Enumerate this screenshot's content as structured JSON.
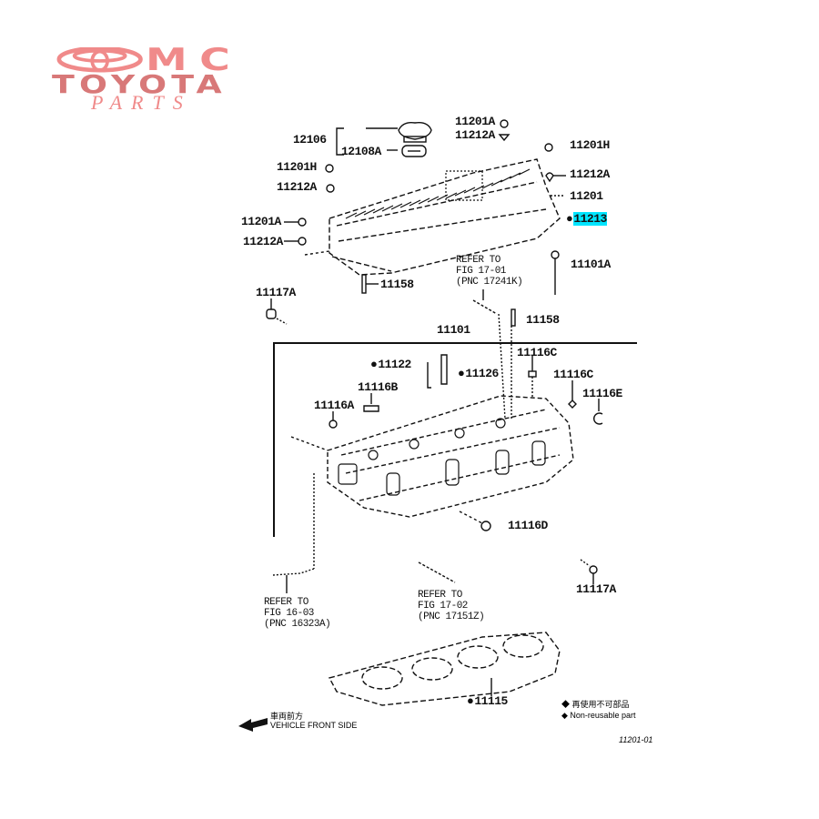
{
  "brand": {
    "top": "MC",
    "middle": "TOYOTA",
    "bottom": "PARTS",
    "colors": {
      "light": "#f08a8a",
      "dark": "#d87878"
    }
  },
  "highlight_color": "#00e5ff",
  "callouts": {
    "c12106": "12106",
    "c12108A": "12108A",
    "c11201H_left": "11201H",
    "c11212A_left": "11212A",
    "c11201A_top": "11201A",
    "c11212A_top": "11212A",
    "c11201H_right": "11201H",
    "c11212A_right": "11212A",
    "c11201": "11201",
    "c11213": "11213",
    "c11201A_left": "11201A",
    "c11212A_left2": "11212A",
    "c11158_left": "11158",
    "c11117A_top": "11117A",
    "c11101A": "11101A",
    "c11158_mid": "11158",
    "c11101": "11101",
    "c11122": "11122",
    "c11126": "11126",
    "c11116C_1": "11116C",
    "c11116C_2": "11116C",
    "c11116E": "11116E",
    "c11116B": "11116B",
    "c11116A": "11116A",
    "c11116D": "11116D",
    "c11117A_bottom": "11117A",
    "c11115": "11115"
  },
  "references": {
    "ref1": [
      "REFER TO",
      "FIG 17-01",
      "(PNC 17241K)"
    ],
    "ref2": [
      "REFER TO",
      "FIG 16-03",
      "(PNC 16323A)"
    ],
    "ref3": [
      "REFER TO",
      "FIG 17-02",
      "(PNC 17151Z)"
    ]
  },
  "front_indicator": {
    "jp": "車両前方",
    "en": "VEHICLE FRONT SIDE"
  },
  "legend": {
    "line1": "◆ 再使用不可部品",
    "line2": "◆ Non-reusable part"
  },
  "figure_code": "11201-01"
}
